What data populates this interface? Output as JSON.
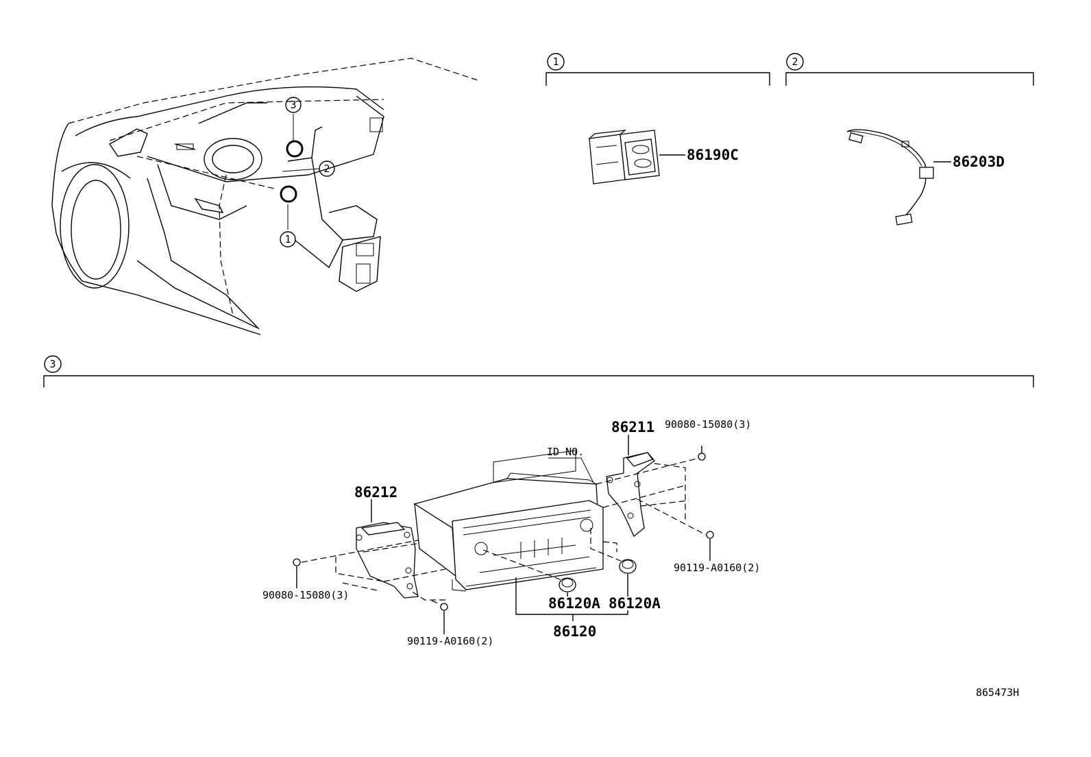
{
  "callouts": {
    "c1": "1",
    "c2": "2",
    "c3": "3"
  },
  "parts": {
    "p86190C": "86190C",
    "p86203D": "86203D",
    "p86211": "86211",
    "p86212": "86212",
    "p90080_top": "90080-15080(3)",
    "p90080_left": "90080-15080(3)",
    "p90119_right": "90119-A0160(2)",
    "p90119_bottom": "90119-A0160(2)",
    "p86120A_left": "86120A",
    "p86120A_right": "86120A",
    "p86120": "86120",
    "id_no": "ID NO."
  },
  "diagram_id": "865473H"
}
